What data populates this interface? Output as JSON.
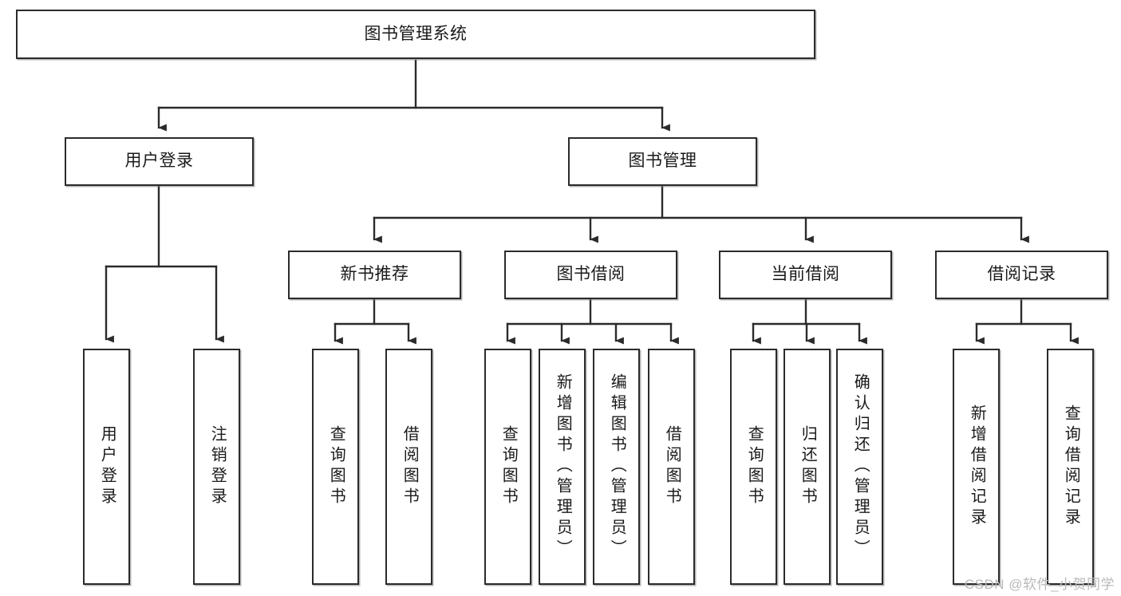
{
  "diagram": {
    "type": "tree-hierarchy-chart",
    "title": "图书管理系统",
    "watermark": "CSDN @软件_小贺同学",
    "colors": {
      "stroke": "#2b2b2b",
      "fill": "#ffffff",
      "text": "#1a1a1a",
      "watermark": "#b9b9b9"
    },
    "levels": {
      "root": "图书管理系统",
      "level2": [
        "用户登录",
        "图书管理"
      ],
      "level3": [
        "新书推荐",
        "图书借阅",
        "当前借阅",
        "借阅记录"
      ]
    },
    "nodes": [
      {
        "id": "root",
        "label": "图书管理系统",
        "level": 1,
        "orientation": "horizontal"
      },
      {
        "id": "user-login",
        "label": "用户登录",
        "level": 2,
        "orientation": "horizontal",
        "parent": "root"
      },
      {
        "id": "book-manage",
        "label": "图书管理",
        "level": 2,
        "orientation": "horizontal",
        "parent": "root"
      },
      {
        "id": "new-book-rec",
        "label": "新书推荐",
        "level": 3,
        "orientation": "horizontal",
        "parent": "book-manage"
      },
      {
        "id": "book-borrow",
        "label": "图书借阅",
        "level": 3,
        "orientation": "horizontal",
        "parent": "book-manage"
      },
      {
        "id": "current-borrow",
        "label": "当前借阅",
        "level": 3,
        "orientation": "horizontal",
        "parent": "book-manage"
      },
      {
        "id": "borrow-record",
        "label": "借阅记录",
        "level": 3,
        "orientation": "horizontal",
        "parent": "book-manage"
      },
      {
        "id": "leaf-user-login",
        "label": "用户登录",
        "level": 4,
        "orientation": "vertical",
        "parent": "user-login"
      },
      {
        "id": "leaf-logout",
        "label": "注销登录",
        "level": 4,
        "orientation": "vertical",
        "parent": "user-login"
      },
      {
        "id": "leaf-query-book-1",
        "label": "查询图书",
        "level": 4,
        "orientation": "vertical",
        "parent": "new-book-rec"
      },
      {
        "id": "leaf-borrow-book-1",
        "label": "借阅图书",
        "level": 4,
        "orientation": "vertical",
        "parent": "new-book-rec"
      },
      {
        "id": "leaf-query-book-2",
        "label": "查询图书",
        "level": 4,
        "orientation": "vertical",
        "parent": "book-borrow"
      },
      {
        "id": "leaf-add-book",
        "label": "新增图书（管理员）",
        "level": 4,
        "orientation": "vertical",
        "parent": "book-borrow"
      },
      {
        "id": "leaf-edit-book",
        "label": "编辑图书（管理员）",
        "level": 4,
        "orientation": "vertical",
        "parent": "book-borrow"
      },
      {
        "id": "leaf-borrow-book-2",
        "label": "借阅图书",
        "level": 4,
        "orientation": "vertical",
        "parent": "book-borrow"
      },
      {
        "id": "leaf-query-book-3",
        "label": "查询图书",
        "level": 4,
        "orientation": "vertical",
        "parent": "current-borrow"
      },
      {
        "id": "leaf-return-book",
        "label": "归还图书",
        "level": 4,
        "orientation": "vertical",
        "parent": "current-borrow"
      },
      {
        "id": "leaf-confirm-return",
        "label": "确认归还（管理员）",
        "level": 4,
        "orientation": "vertical",
        "parent": "current-borrow"
      },
      {
        "id": "leaf-add-record",
        "label": "新增借阅记录",
        "level": 4,
        "orientation": "vertical",
        "parent": "borrow-record"
      },
      {
        "id": "leaf-query-record",
        "label": "查询借阅记录",
        "level": 4,
        "orientation": "vertical",
        "parent": "borrow-record"
      }
    ]
  }
}
